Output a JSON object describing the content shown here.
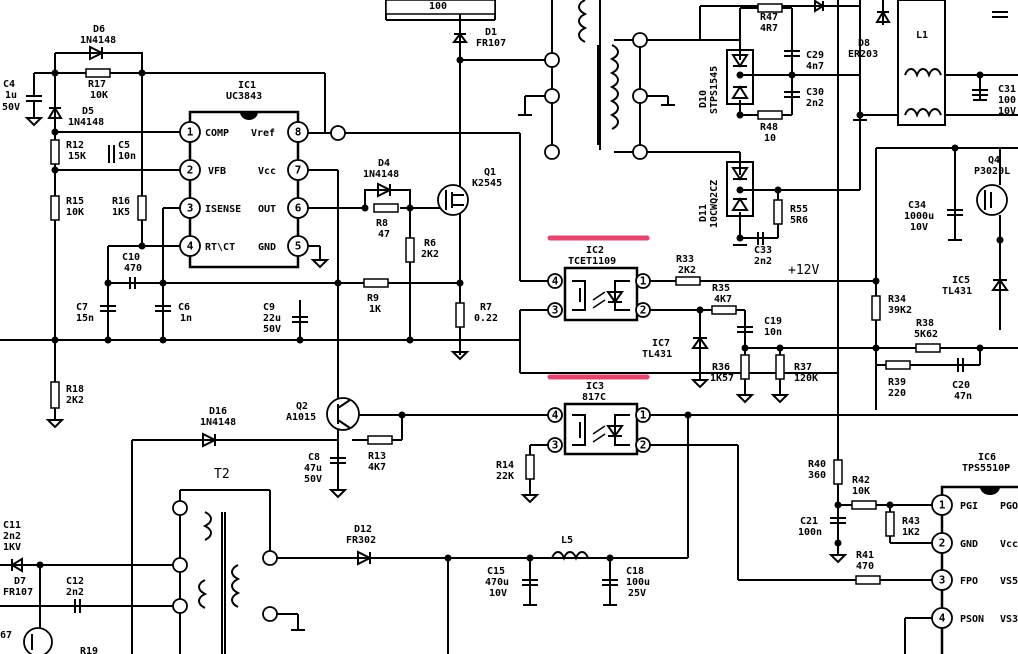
{
  "ic1": {
    "ref": "IC1",
    "part": "UC3843",
    "pins": [
      {
        "num": "1",
        "name": "COMP"
      },
      {
        "num": "2",
        "name": "VFB"
      },
      {
        "num": "3",
        "name": "ISENSE"
      },
      {
        "num": "4",
        "name": "RT\\CT"
      },
      {
        "num": "8",
        "name": "Vref"
      },
      {
        "num": "7",
        "name": "Vcc"
      },
      {
        "num": "6",
        "name": "OUT"
      },
      {
        "num": "5",
        "name": "GND"
      }
    ]
  },
  "ic2": {
    "ref": "IC2",
    "part": "TCET1109",
    "pins": [
      "4",
      "3",
      "1",
      "2"
    ]
  },
  "ic3": {
    "ref": "IC3",
    "part": "817C",
    "pins": [
      "4",
      "3",
      "1",
      "2"
    ]
  },
  "ic6": {
    "ref": "IC6",
    "part": "TPS5510P",
    "pins": [
      {
        "num": "1",
        "name": "PGI"
      },
      {
        "num": "2",
        "name": "GND"
      },
      {
        "num": "3",
        "name": "FPO"
      },
      {
        "num": "4",
        "name": "PSON"
      }
    ],
    "right_labels": [
      "PGO",
      "Vcc",
      "VS5",
      "VS3"
    ]
  },
  "components": {
    "c4": [
      "C4",
      "1u",
      "50V"
    ],
    "d6": [
      "D6",
      "1N4148"
    ],
    "r17": [
      "R17",
      "10K"
    ],
    "d5": [
      "D5",
      "1N4148"
    ],
    "r12": [
      "R12",
      "15K"
    ],
    "c5": [
      "C5",
      "10n"
    ],
    "r15": [
      "R15",
      "10K"
    ],
    "r16": [
      "R16",
      "1K5"
    ],
    "c10": [
      "C10",
      "470"
    ],
    "c7": [
      "C7",
      "15n"
    ],
    "c6": [
      "C6",
      "1n"
    ],
    "c9": [
      "C9",
      "22u",
      "50V"
    ],
    "r18": [
      "R18",
      "2K2"
    ],
    "d4": [
      "D4",
      "1N4148"
    ],
    "r8": [
      "R8",
      "47"
    ],
    "r6": [
      "R6",
      "2K2"
    ],
    "r9": [
      "R9",
      "1K"
    ],
    "r7": [
      "R7",
      "0.22"
    ],
    "q1": [
      "Q1",
      "K2545"
    ],
    "d1": [
      "D1",
      "FR107"
    ],
    "r_top": [
      "100"
    ],
    "q2": [
      "Q2",
      "A1015"
    ],
    "r13": [
      "R13",
      "4K7"
    ],
    "c8": [
      "C8",
      "47u",
      "50V"
    ],
    "d16": [
      "D16",
      "1N4148"
    ],
    "t2": [
      "T2"
    ],
    "c11": [
      "C11",
      "2n2",
      "1KV"
    ],
    "d7": [
      "D7",
      "FR107"
    ],
    "c12": [
      "C12",
      "2n2"
    ],
    "q67": [
      "67"
    ],
    "r19": [
      "R19"
    ],
    "d12": [
      "D12",
      "FR302"
    ],
    "l5": [
      "L5"
    ],
    "c15": [
      "C15",
      "470u",
      "10V"
    ],
    "c18": [
      "C18",
      "100u",
      "25V"
    ],
    "r14": [
      "R14",
      "22K"
    ],
    "r33": [
      "R33",
      "2K2"
    ],
    "r35": [
      "R35",
      "4K7"
    ],
    "c19": [
      "C19",
      "10n"
    ],
    "ic7": [
      "IC7",
      "TL431"
    ],
    "r36": [
      "R36",
      "1K57"
    ],
    "r37": [
      "R37",
      "120K"
    ],
    "r34": [
      "R34",
      "39K2"
    ],
    "r38": [
      "R38",
      "5K62"
    ],
    "r39": [
      "R39",
      "220"
    ],
    "c20": [
      "C20",
      "47n"
    ],
    "ic5": [
      "IC5",
      "TL431"
    ],
    "q4": [
      "Q4",
      "P3020L"
    ],
    "c34": [
      "C34",
      "1000u",
      "10V"
    ],
    "l1": [
      "L1"
    ],
    "d8": [
      "D8",
      "ER203"
    ],
    "c31": [
      "C31",
      "100",
      "10V"
    ],
    "r47": [
      "R47",
      "4R7"
    ],
    "c29": [
      "C29",
      "4n7"
    ],
    "c30": [
      "C30",
      "2n2"
    ],
    "r48": [
      "R48",
      "10"
    ],
    "d10": [
      "D10",
      "STPS1545"
    ],
    "d11": [
      "D11",
      "10CWQ2CZ"
    ],
    "r55": [
      "R55",
      "5R6"
    ],
    "c33": [
      "C33",
      "2n2"
    ],
    "r40": [
      "R40",
      "360"
    ],
    "r42": [
      "R42",
      "10K"
    ],
    "r43": [
      "R43",
      "1K2"
    ],
    "c21": [
      "C21",
      "100n"
    ],
    "r41": [
      "R41",
      "470"
    ]
  },
  "rail_label": "+12V",
  "highlight_color": "#e2466e"
}
